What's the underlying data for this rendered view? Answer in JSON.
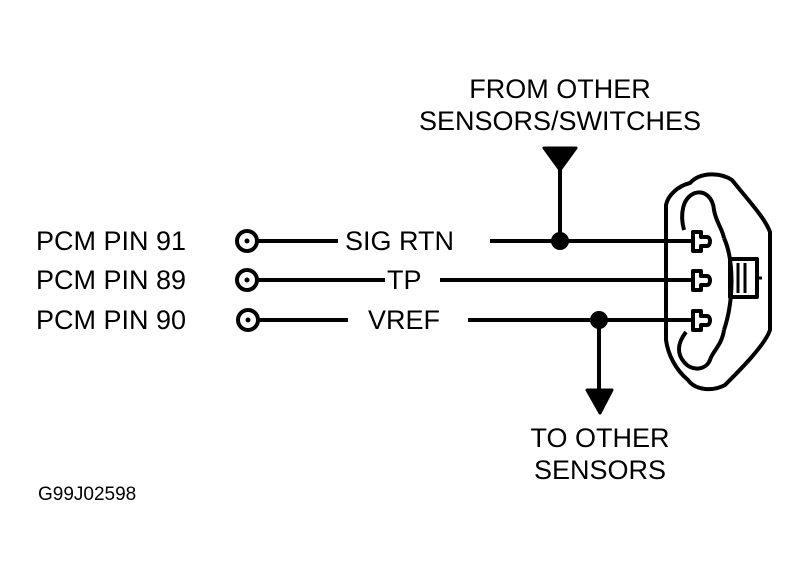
{
  "diagram": {
    "pins": [
      {
        "label": "PCM PIN 91",
        "wire": "SIG RTN"
      },
      {
        "label": "PCM PIN 89",
        "wire": "TP"
      },
      {
        "label": "PCM PIN 90",
        "wire": "VREF"
      }
    ],
    "from_label": [
      "FROM OTHER",
      "SENSORS/SWITCHES"
    ],
    "to_label": [
      "TO OTHER",
      "SENSORS"
    ],
    "figure_id": "G99J02598",
    "component": "throttle-position-sensor-connector",
    "line_color": "#000000",
    "background": "#ffffff"
  }
}
